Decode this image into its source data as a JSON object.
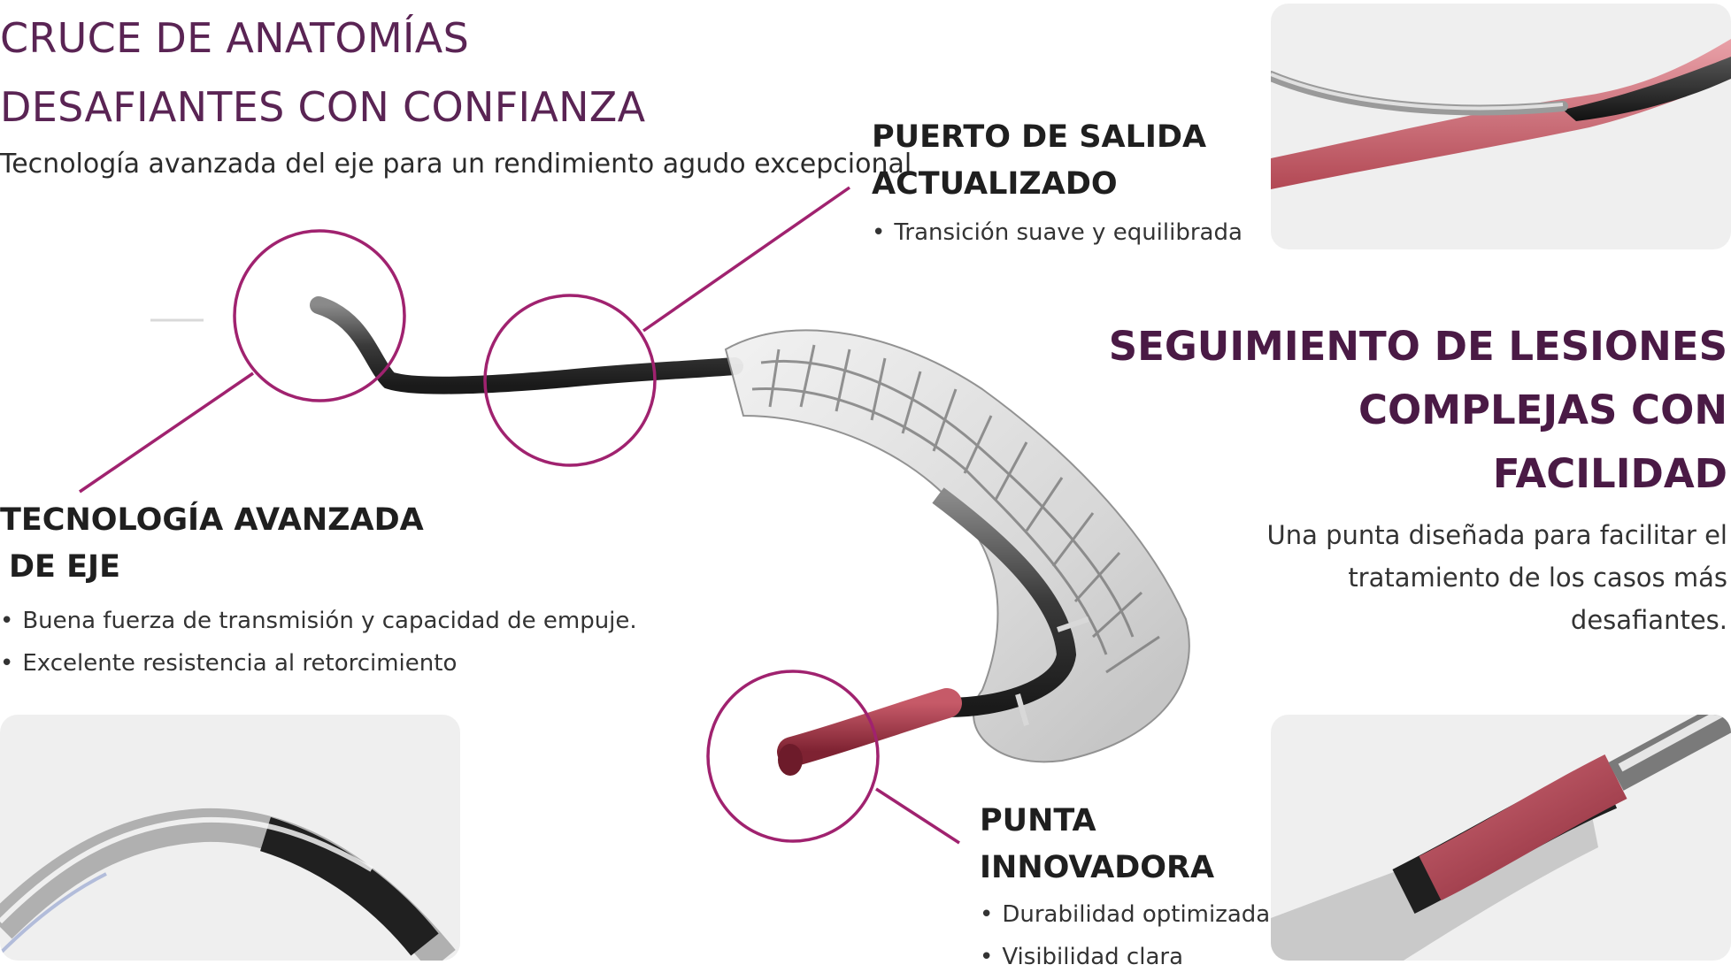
{
  "header": {
    "title_line1": "CRUCE DE ANATOMÍAS",
    "title_line2": "DESAFIANTES CON CONFIANZA",
    "subtitle": "Tecnología avanzada del eje para un rendimiento agudo excepcional"
  },
  "features": {
    "exit_port": {
      "title_line1": "PUERTO DE SALIDA",
      "title_line2": "ACTUALIZADO",
      "bullets": [
        "Transición suave y equilibrada"
      ]
    },
    "shaft": {
      "title_line1": "TECNOLOGÍA AVANZADA",
      "title_line2": "DE EJE",
      "bullets": [
        "Buena fuerza de transmisión y capacidad de empuje.",
        "Excelente resistencia al retorcimiento"
      ]
    },
    "tip": {
      "title_line1": "PUNTA",
      "title_line2": "INNOVADORA",
      "bullets": [
        "Durabilidad optimizada",
        "Visibilidad clara"
      ]
    }
  },
  "tracking": {
    "title_line1": "SEGUIMIENTO DE LESIONES",
    "title_line2": "COMPLEJAS CON",
    "title_line3": "FACILIDAD",
    "desc_line1": "Una punta diseñada para facilitar el",
    "desc_line2": "tratamiento de los casos más",
    "desc_line3": "desafiantes."
  },
  "colors": {
    "accent_magenta": "#a0226f",
    "title_purple": "#5a2454",
    "tip_red": "#b03a4c",
    "panel_bg": "#efefef"
  },
  "images": {
    "hero": "stent-delivery-catheter",
    "panel_top_right": "exit-port-closeup",
    "panel_bottom_left": "shaft-closeup",
    "panel_bottom_right": "tip-closeup"
  }
}
